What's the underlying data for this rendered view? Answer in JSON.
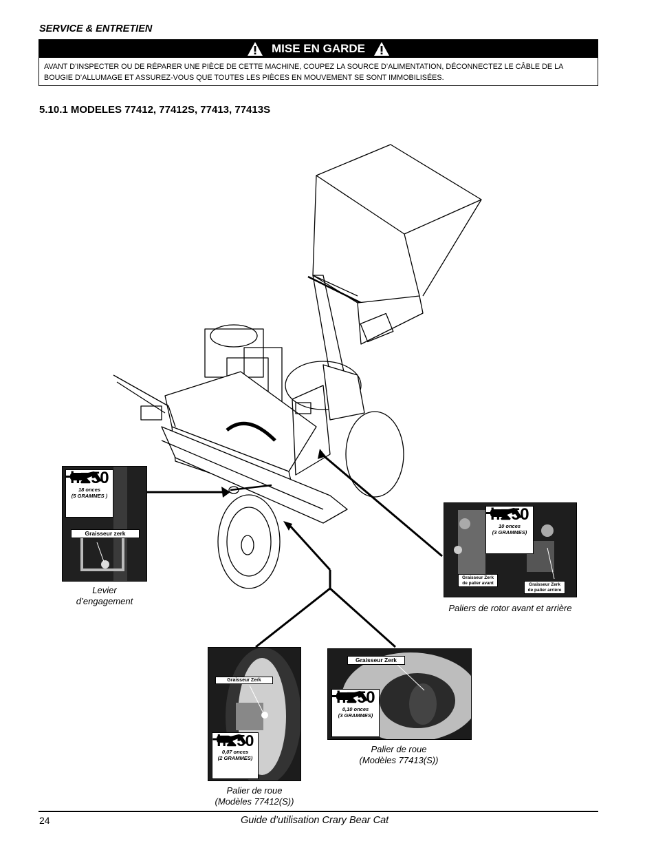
{
  "header": {
    "section": "SERVICE & ENTRETIEN"
  },
  "warning": {
    "title": "MISE EN GARDE",
    "text": "AVANT D’INSPECTER OU DE RÉPARER UNE PIÈCE DE CETTE MACHINE, COUPEZ LA SOURCE D’ALIMENTATION, DÉCONNECTEZ LE CÂBLE DE LA BOUGIE D’ALLUMAGE ET ASSUREZ-VOUS QUE TOUTES LES PIÈCES EN MOUVEMENT SE SONT IMMOBILISÉES."
  },
  "subsection": {
    "title": "5.10.1 MODELES 77412, 77412S, 77413, 77413S"
  },
  "grease_symbol": "h⧗50",
  "callouts": {
    "lever": {
      "amount": "18 onces",
      "grams": "(5 GRAMMES )",
      "zerk": "Graisseur zerk",
      "caption_line1": "Levier",
      "caption_line2": "d’engagement"
    },
    "rotor": {
      "amount": "10 onces",
      "grams": "(3 GRAMMES)",
      "zerk_front_1": "Graisseur Zerk",
      "zerk_front_2": "de palier avant",
      "zerk_rear_1": "Graisseur Zerk",
      "zerk_rear_2": "de palier arrière",
      "caption": "Paliers de rotor avant et arrière"
    },
    "wheel_77412": {
      "zerk": "Graisseur  Zerk",
      "amount": "0,07 onces",
      "grams": "(2 GRAMMES)",
      "caption_line1": "Palier de roue",
      "caption_line2": "(Modèles 77412(S))"
    },
    "wheel_77413": {
      "zerk": "Graisseur Zerk",
      "amount": "0,10 onces",
      "grams": "(3 GRAMMES)",
      "caption_line1": "Palier de roue",
      "caption_line2": "(Modèles 77413(S))"
    }
  },
  "footer": {
    "page_number": "24",
    "title": "Guide d’utilisation Crary Bear Cat"
  },
  "colors": {
    "ink": "#000000",
    "paper": "#ffffff",
    "photo": "#1d1d1d"
  },
  "icons": [
    "warning-triangle-icon",
    "grease-gun-icon",
    "hourglass-icon"
  ]
}
